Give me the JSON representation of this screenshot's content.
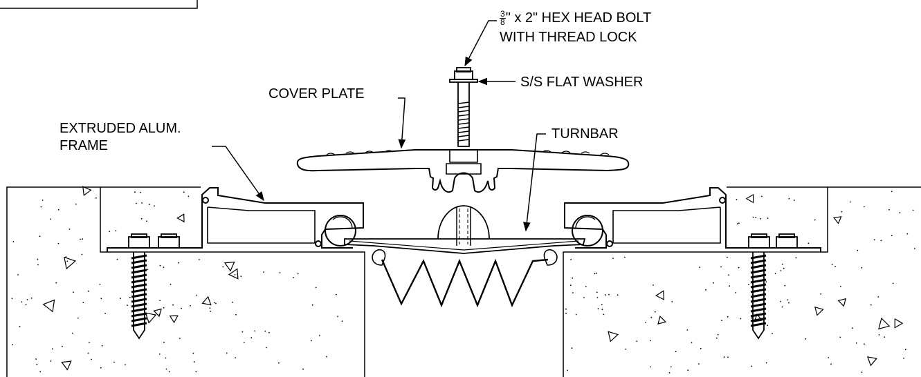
{
  "labels": {
    "bolt_fraction_num": "3",
    "bolt_fraction_den": "8",
    "bolt_line1": "\" x 2\" HEX HEAD BOLT",
    "bolt_line2": "WITH THREAD LOCK",
    "washer": "S/S FLAT WASHER",
    "cover_plate": "COVER PLATE",
    "frame_line1": "EXTRUDED ALUM.",
    "frame_line2": "FRAME",
    "turnbar": "TURNBAR"
  },
  "colors": {
    "line": "#000000",
    "background": "#ffffff"
  }
}
